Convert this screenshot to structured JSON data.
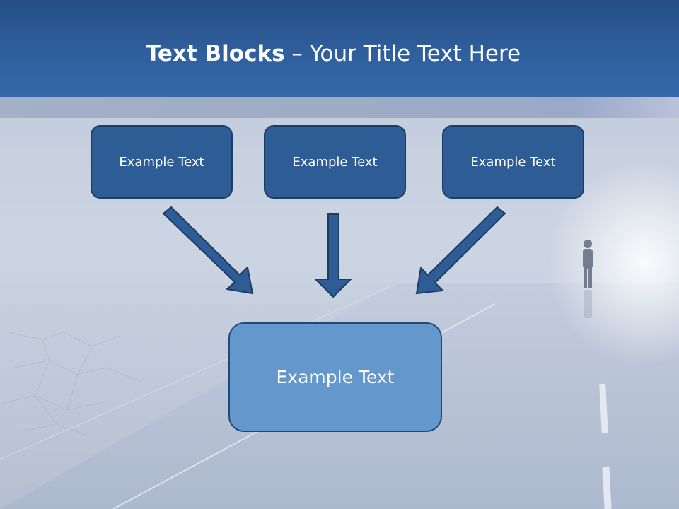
{
  "slide": {
    "title_bold": "Text Blocks",
    "title_rest": " – Your Title Text Here",
    "blocks": [
      {
        "label": "Example Text"
      },
      {
        "label": "Example Text"
      },
      {
        "label": "Example Text"
      }
    ],
    "result_block": {
      "label": "Example Text"
    }
  },
  "colors": {
    "header": "#2f5f9d",
    "block_fill": "#2e5c95",
    "result_fill": "#6497cb",
    "arrow_fill": "#2e5c95",
    "arrow_stroke": "#1f3c63"
  }
}
